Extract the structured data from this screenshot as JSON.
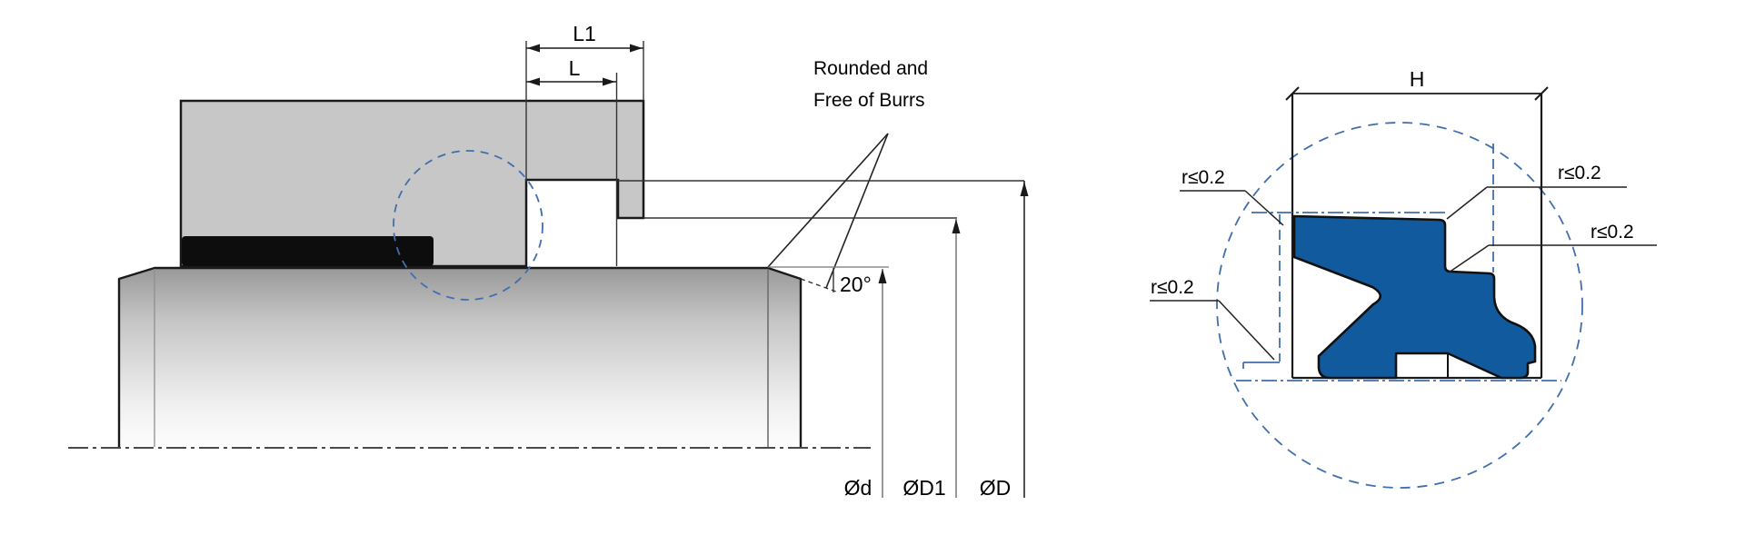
{
  "figure": {
    "kind": "technical seal installation drawing",
    "colors": {
      "seal_blue": "#115a9e",
      "detail_line_blue": "#3f6fad",
      "housing_gray": "#c7c7c7",
      "static_seal_black": "#0d0d0d",
      "object_line": "#1a1a1a",
      "thin_line": "#555555"
    }
  },
  "installation_view": {
    "dim_total_groove_width": "L1",
    "dim_groove_width": "L",
    "note_line1": "Rounded and",
    "note_line2": "Free of Burrs",
    "chamfer_angle": "20°",
    "dim_rod_diameter": "Ød",
    "dim_bore_diameter": "ØD1",
    "dim_groove_diameter": "ØD"
  },
  "detail_view": {
    "dim_groove_height": "H",
    "radius_top_left": "r≤0.2",
    "radius_bottom_left": "r≤0.2",
    "radius_top_right": "r≤0.2",
    "radius_mid_right": "r≤0.2"
  }
}
